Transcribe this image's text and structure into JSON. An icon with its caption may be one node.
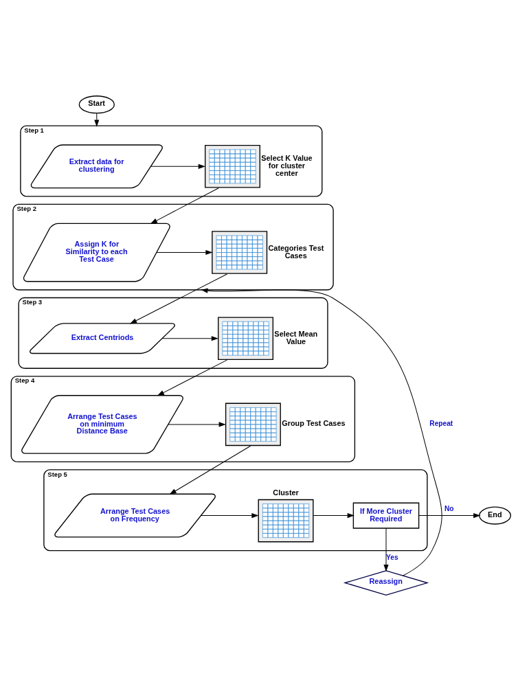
{
  "diagram": {
    "nodes": [
      {
        "text": [
          "Start"
        ]
      },
      {
        "text": [
          "Step 1"
        ]
      },
      {
        "text": [
          "Extract data for clustering"
        ],
        "in": 1
      },
      {
        "text": [],
        "shape": "picture",
        "beside": [
          "Select K Value for cluster center"
        ],
        "in": 1
      },
      {
        "text": [
          "Step 2"
        ]
      },
      {
        "text": [
          "Assign K for Similarity to each Test Case"
        ],
        "in": 4
      },
      {
        "text": [],
        "shape": "picture",
        "beside": [
          "Categories Test Cases"
        ],
        "in": 4
      },
      {
        "text": [
          "Step 3"
        ]
      },
      {
        "text": [
          "Extract Centriods"
        ],
        "in": 7
      },
      {
        "text": [],
        "shape": "picture",
        "beside": [
          "Select Mean Value"
        ],
        "in": 7
      },
      {
        "text": [
          "Step 4"
        ]
      },
      {
        "text": [
          "Arrange Test Cases on minimum Distance Base"
        ],
        "in": 10
      },
      {
        "text": [],
        "shape": "picture",
        "beside": [
          "Group Test Cases"
        ],
        "in": 10
      },
      {
        "text": [
          "Step 5"
        ]
      },
      {
        "text": [
          "Arrange Test Cases on Frequency"
        ],
        "in": 13
      },
      {
        "text": [],
        "shape": "picture",
        "beside": [
          "Cluster"
        ],
        "in": 13
      },
      {
        "text": [
          "If More Cluster Required"
        ],
        "in": 13
      },
      {
        "text": [
          "Reassign"
        ]
      },
      {
        "text": [
          "End"
        ]
      }
    ],
    "edges": [
      {
        "from": 0,
        "to": 1,
        "arrow": "to"
      },
      {
        "from": 2,
        "to": 3,
        "arrow": "to"
      },
      {
        "from": 3,
        "to": 5,
        "arrow": "to"
      },
      {
        "from": 5,
        "to": 6,
        "arrow": "to"
      },
      {
        "from": 6,
        "to": 8,
        "arrow": "to"
      },
      {
        "from": 8,
        "to": 9,
        "arrow": "to"
      },
      {
        "from": 9,
        "to": 11,
        "arrow": "to"
      },
      {
        "from": 11,
        "to": 12,
        "arrow": "to"
      },
      {
        "from": 12,
        "to": 14,
        "arrow": "to"
      },
      {
        "from": 14,
        "to": 15,
        "arrow": "to"
      },
      {
        "from": 15,
        "to": 16,
        "arrow": "to"
      },
      {
        "from": 16,
        "to": 17,
        "arrow": "to",
        "label": "Yes"
      },
      {
        "from": 16,
        "to": 18,
        "arrow": "to",
        "label": "No"
      },
      {
        "from": 17,
        "to": 4,
        "arrow": "to",
        "label": "Repeat"
      }
    ]
  }
}
